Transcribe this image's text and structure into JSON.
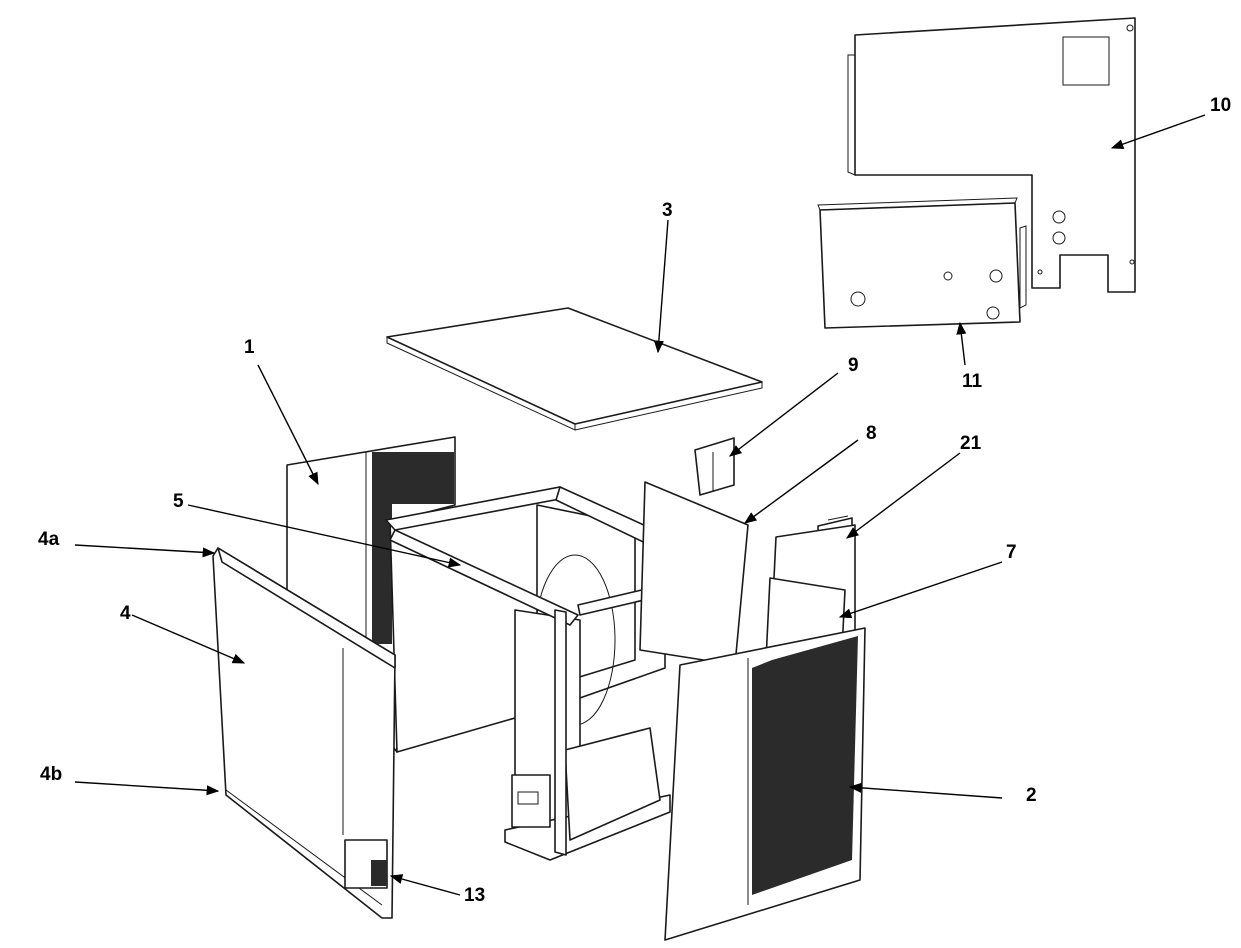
{
  "diagram": {
    "kind": "exploded-assembly",
    "colors": {
      "line": "#1a1a1a",
      "background": "#ffffff",
      "louver": "#2b2b2b"
    },
    "callouts": [
      {
        "id": "1",
        "label": "1"
      },
      {
        "id": "2",
        "label": "2"
      },
      {
        "id": "3",
        "label": "3"
      },
      {
        "id": "4",
        "label": "4"
      },
      {
        "id": "4a",
        "label": "4a"
      },
      {
        "id": "4b",
        "label": "4b"
      },
      {
        "id": "5",
        "label": "5"
      },
      {
        "id": "7",
        "label": "7"
      },
      {
        "id": "8",
        "label": "8"
      },
      {
        "id": "9",
        "label": "9"
      },
      {
        "id": "10",
        "label": "10"
      },
      {
        "id": "11",
        "label": "11"
      },
      {
        "id": "13",
        "label": "13"
      },
      {
        "id": "21",
        "label": "21"
      }
    ]
  }
}
